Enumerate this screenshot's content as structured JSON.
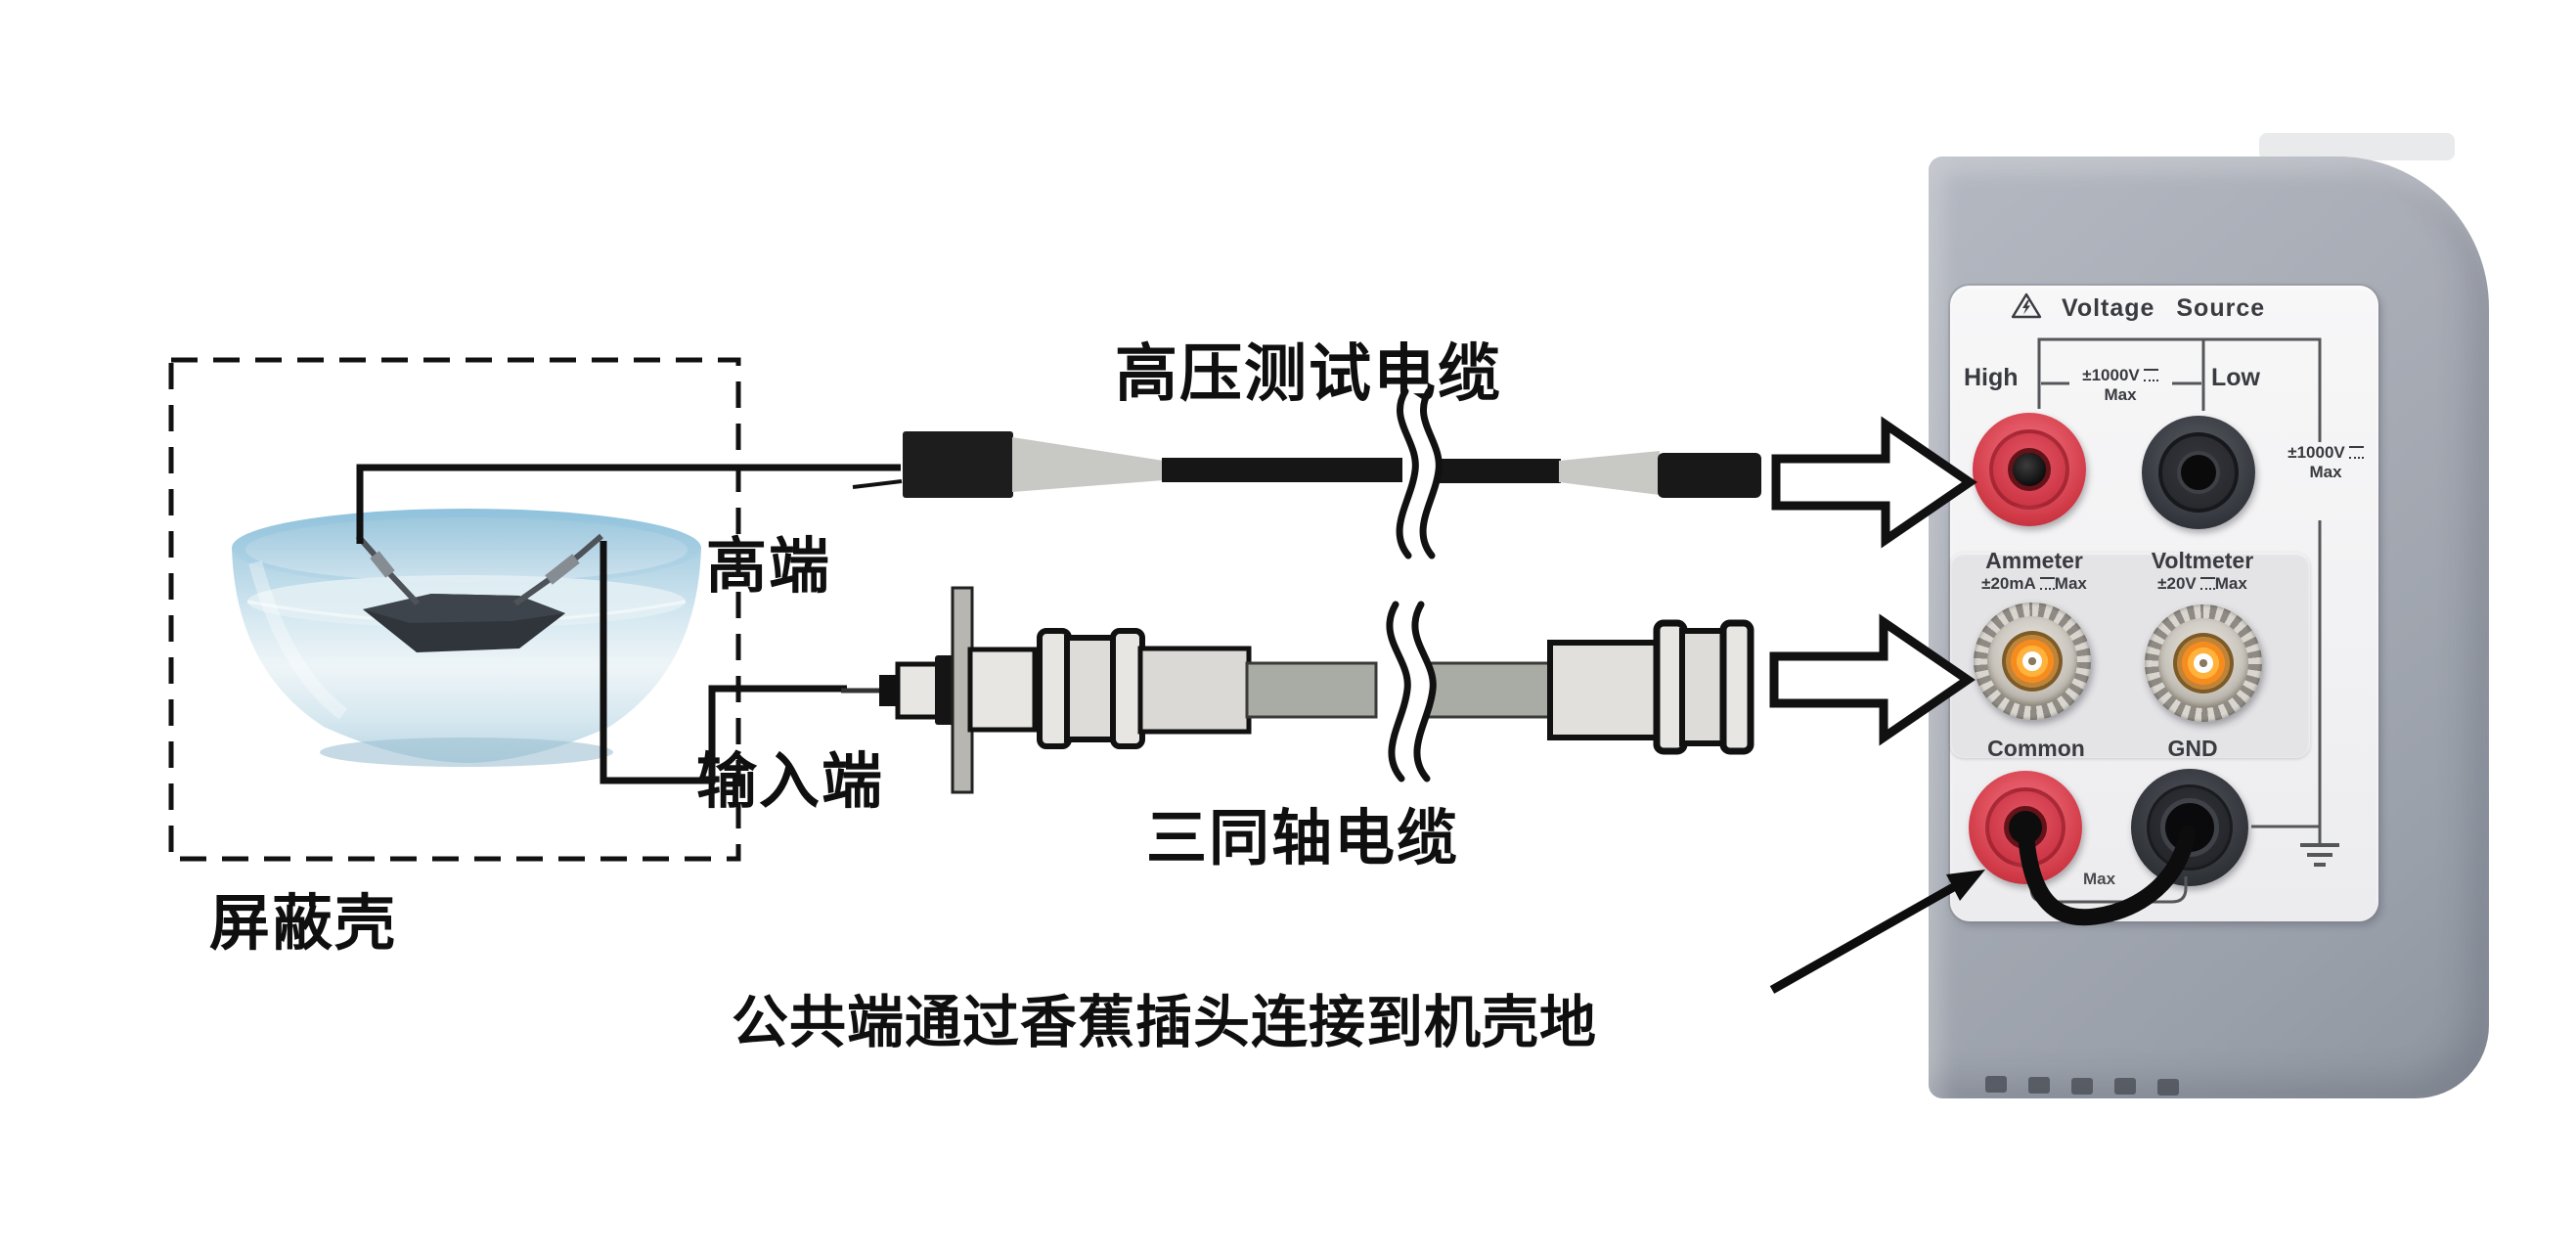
{
  "labels": {
    "shield_box": "屏蔽壳",
    "high_end": "高端",
    "input_end": "输入端",
    "hv_cable": "高压测试电缆",
    "triax_cable": "三同轴电缆",
    "annotation": "公共端通过香蕉插头连接到机壳地"
  },
  "panel": {
    "title": "Voltage Source",
    "high": "High",
    "low": "Low",
    "vs_limit_center": {
      "value": "±1000V",
      "suffix": "Max"
    },
    "vs_limit_right": {
      "value": "±1000V",
      "suffix": "Max"
    },
    "ammeter": {
      "name": "Ammeter",
      "limit": "±20mA",
      "limit_suffix": "Max"
    },
    "voltmeter": {
      "name": "Voltmeter",
      "limit": "±20V",
      "limit_suffix": "Max"
    },
    "common": "Common",
    "gnd": "GND",
    "max_bracket": "Max"
  },
  "icons": {
    "warning": "warning-triangle-icon",
    "ground": "earth-ground-icon",
    "arrows": "connection-arrow-icon"
  },
  "colors": {
    "red_jack": "#d8414e",
    "black_jack": "#34373c",
    "bnc_gold": "#f78c1e",
    "body_gray": "#a8acb5",
    "panel_white": "#f3f3f5",
    "line_black": "#111111"
  }
}
